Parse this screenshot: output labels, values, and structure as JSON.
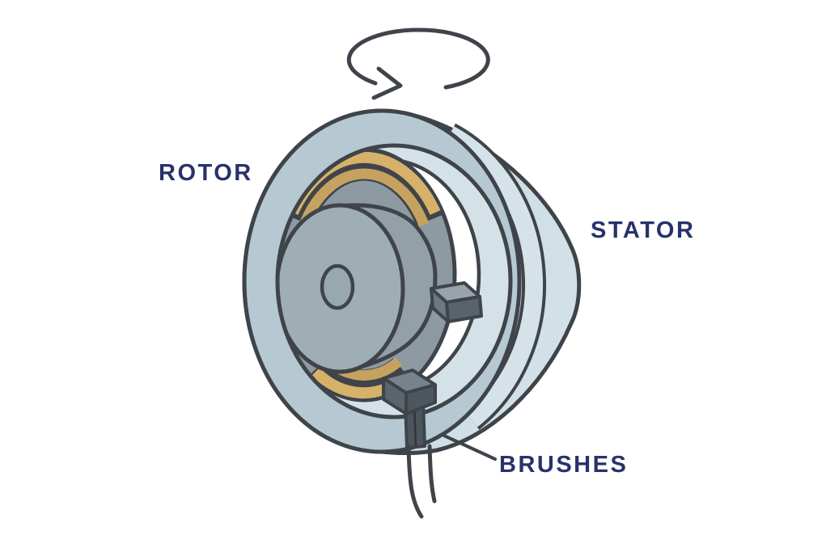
{
  "diagram": {
    "subject": "dc-motor-parts-diagram",
    "labels": {
      "rotor": "ROTOR",
      "stator": "STATOR",
      "brushes": "BRUSHES"
    }
  },
  "colors": {
    "background": "#ffffff",
    "outline": "#3e444a",
    "label_text": "#28326a",
    "stator_surface_a": "#c0d4dc",
    "stator_surface_b": "#d2e1e7",
    "stator_face": "#b6c9d2",
    "stator_highlight_band": "#d5e3e9",
    "inner_band": "#d4e2e8",
    "opening_white": "#ffffff",
    "armature": "#8d9aa1",
    "winding_outer": "#d6b169",
    "winding_inner": "#c5a25f",
    "rotor_body": "#93a0a8",
    "rotor_face": "#9fadb5",
    "shaft_hole": "#99a7af",
    "brush_right_top": "#99a3ab",
    "brush_right_front": "#6e7880",
    "brush_right_side": "#5a636b",
    "brush_bottom_top": "#78828a",
    "brush_bottom_left": "#5c656c",
    "brush_bottom_right": "#4f575e",
    "brush_stem": "#4d555c"
  }
}
